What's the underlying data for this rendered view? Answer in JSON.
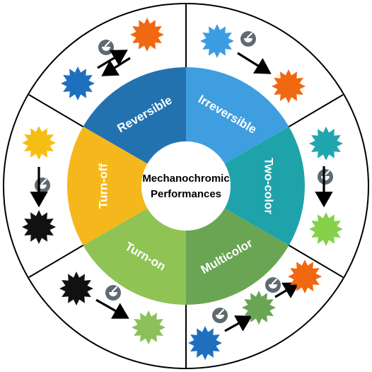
{
  "center": {
    "line1": "Mechanochromic",
    "line2": "Performances"
  },
  "segments": [
    {
      "label": "Reversible",
      "color": "#2372b0"
    },
    {
      "label": "Irreversible",
      "color": "#3f9ee0"
    },
    {
      "label": "Two-color",
      "color": "#1fa3aa"
    },
    {
      "label": "Multicolor",
      "color": "#6aa554"
    },
    {
      "label": "Turn-on",
      "color": "#8fc454"
    },
    {
      "label": "Turn-off",
      "color": "#f4b81c"
    }
  ],
  "star_colors": {
    "blue": "#1f6fbf",
    "orange": "#f0680f",
    "light_blue": "#3a9de3",
    "teal": "#22a6ae",
    "light_green": "#86d04a",
    "yellow": "#f6be14",
    "black": "#111111",
    "green": "#6aa554",
    "pale_green": "#8dc05a"
  },
  "icons": {
    "grinding": "mortar-and-pestle-icon",
    "reversible": "double-arrow-icon",
    "transform": "arrow-icon"
  },
  "outer_ring": {
    "stroke": "#000000",
    "fill": "#ffffff"
  }
}
